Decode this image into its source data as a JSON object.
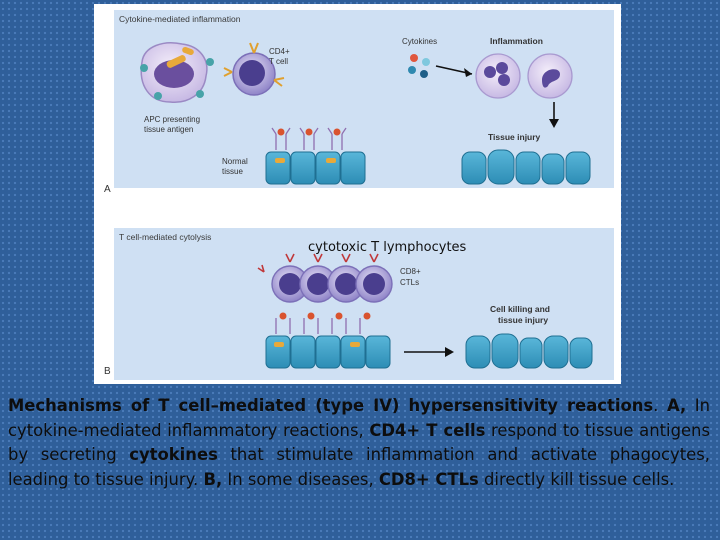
{
  "panel_a": {
    "title": "Cytokine-mediated inflammation",
    "letter": "A",
    "labels": {
      "cd4_line1": "CD4+",
      "cd4_line2": "T cell",
      "apc_line1": "APC presenting",
      "apc_line2": "tissue antigen",
      "normal_line1": "Normal",
      "normal_line2": "tissue",
      "cytokines": "Cytokines",
      "inflammation": "Inflammation",
      "tissue_injury": "Tissue injury"
    }
  },
  "panel_b": {
    "title": "T cell-mediated cytolysis",
    "letter": "B",
    "labels": {
      "cd8_line1": "CD8+",
      "cd8_line2": "CTLs",
      "killing_line1": "Cell killing and",
      "killing_line2": "tissue injury"
    }
  },
  "overlay_label": "cytotoxic T lymphocytes",
  "caption": {
    "title_part1": "Mechanisms of T cell–mediated (type IV) hypersensitivity reactions",
    "title_part2": ". ",
    "a_marker": "A,",
    "a_text1": " In cytokine-mediated inflammatory reactions, ",
    "a_cd4": "CD4+ T cells",
    "a_text2": " respond to tissue antigens by secreting ",
    "a_cytokines": "cytokines",
    "a_text3": " that stimulate inflammation and activate phagocytes, leading to tissue injury. ",
    "b_marker": "B,",
    "b_text1": " In some diseases, ",
    "b_cd8": "CD8+ CTLs",
    "b_text2": " directly kill tissue cells."
  },
  "colors": {
    "background": "#2f5f9a",
    "panel": "#cfe0f3",
    "tissue_cell": "#3d9fc4",
    "lymphocyte": "#9b8fd0",
    "caption_text": "#0d0d0d"
  }
}
